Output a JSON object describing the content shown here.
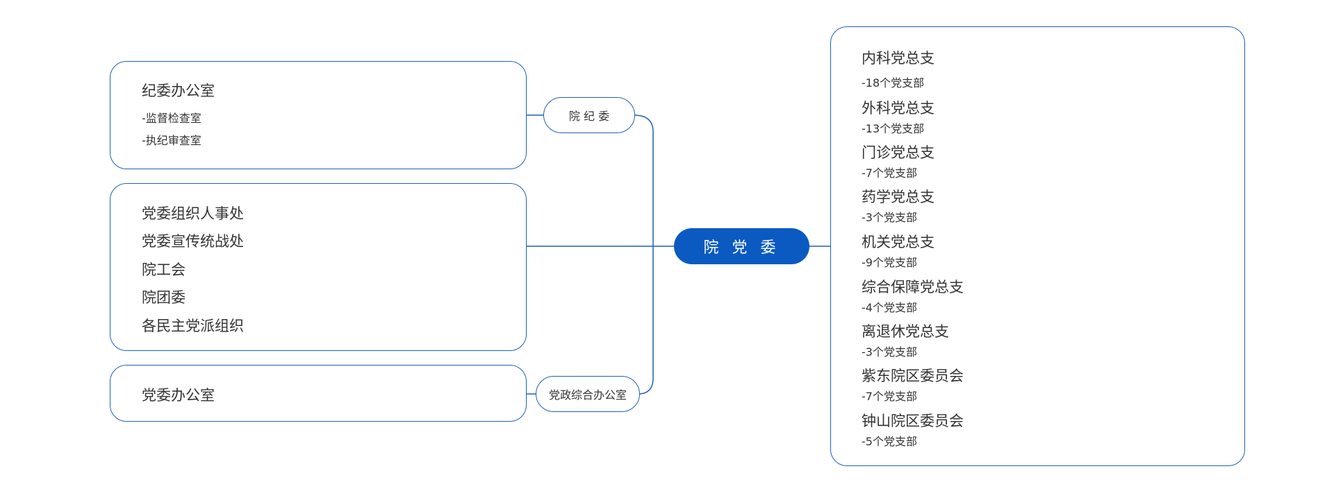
{
  "colors": {
    "accent": "#0a5ac2",
    "line": "#1f5fbf",
    "text": "#333333"
  },
  "root": {
    "label": "院 党 委"
  },
  "discipline": {
    "node": "院 纪 委",
    "box_title": "纪委办公室",
    "box_items": [
      "-监督检查室",
      "-执纪审查室"
    ]
  },
  "departments": {
    "items": [
      "党委组织人事处",
      "党委宣传统战处",
      "院工会",
      "院团委",
      "各民主党派组织"
    ]
  },
  "office": {
    "node": "党政综合办公室",
    "box_title": "党委办公室"
  },
  "branches": [
    {
      "name": "内科党总支",
      "count": "-18个党支部"
    },
    {
      "name": "外科党总支",
      "count": "-13个党支部"
    },
    {
      "name": "门诊党总支",
      "count": "-7个党支部"
    },
    {
      "name": "药学党总支",
      "count": "-3个党支部"
    },
    {
      "name": "机关党总支",
      "count": "-9个党支部"
    },
    {
      "name": "综合保障党总支",
      "count": "-4个党支部"
    },
    {
      "name": "离退休党总支",
      "count": "-3个党支部"
    },
    {
      "name": "紫东院区委员会",
      "count": "-7个党支部"
    },
    {
      "name": "钟山院区委员会",
      "count": "-5个党支部"
    }
  ]
}
